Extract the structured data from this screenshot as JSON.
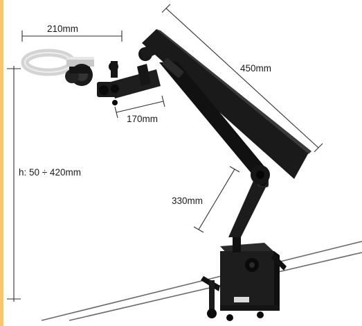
{
  "colors": {
    "left_accent": "#f6c86a",
    "arm_body": "#1b1b1b",
    "arm_highlight": "#3a3a3a",
    "ring_metal": "#d9d9d9",
    "dimension_line": "#333333",
    "table_rail": "#555555"
  },
  "dimensions": {
    "ring_width": "210mm",
    "upper_arm_length": "450mm",
    "focus_arm_length": "170mm",
    "lower_arm_length": "330mm",
    "height_range": "h: 50 ÷ 420mm"
  }
}
